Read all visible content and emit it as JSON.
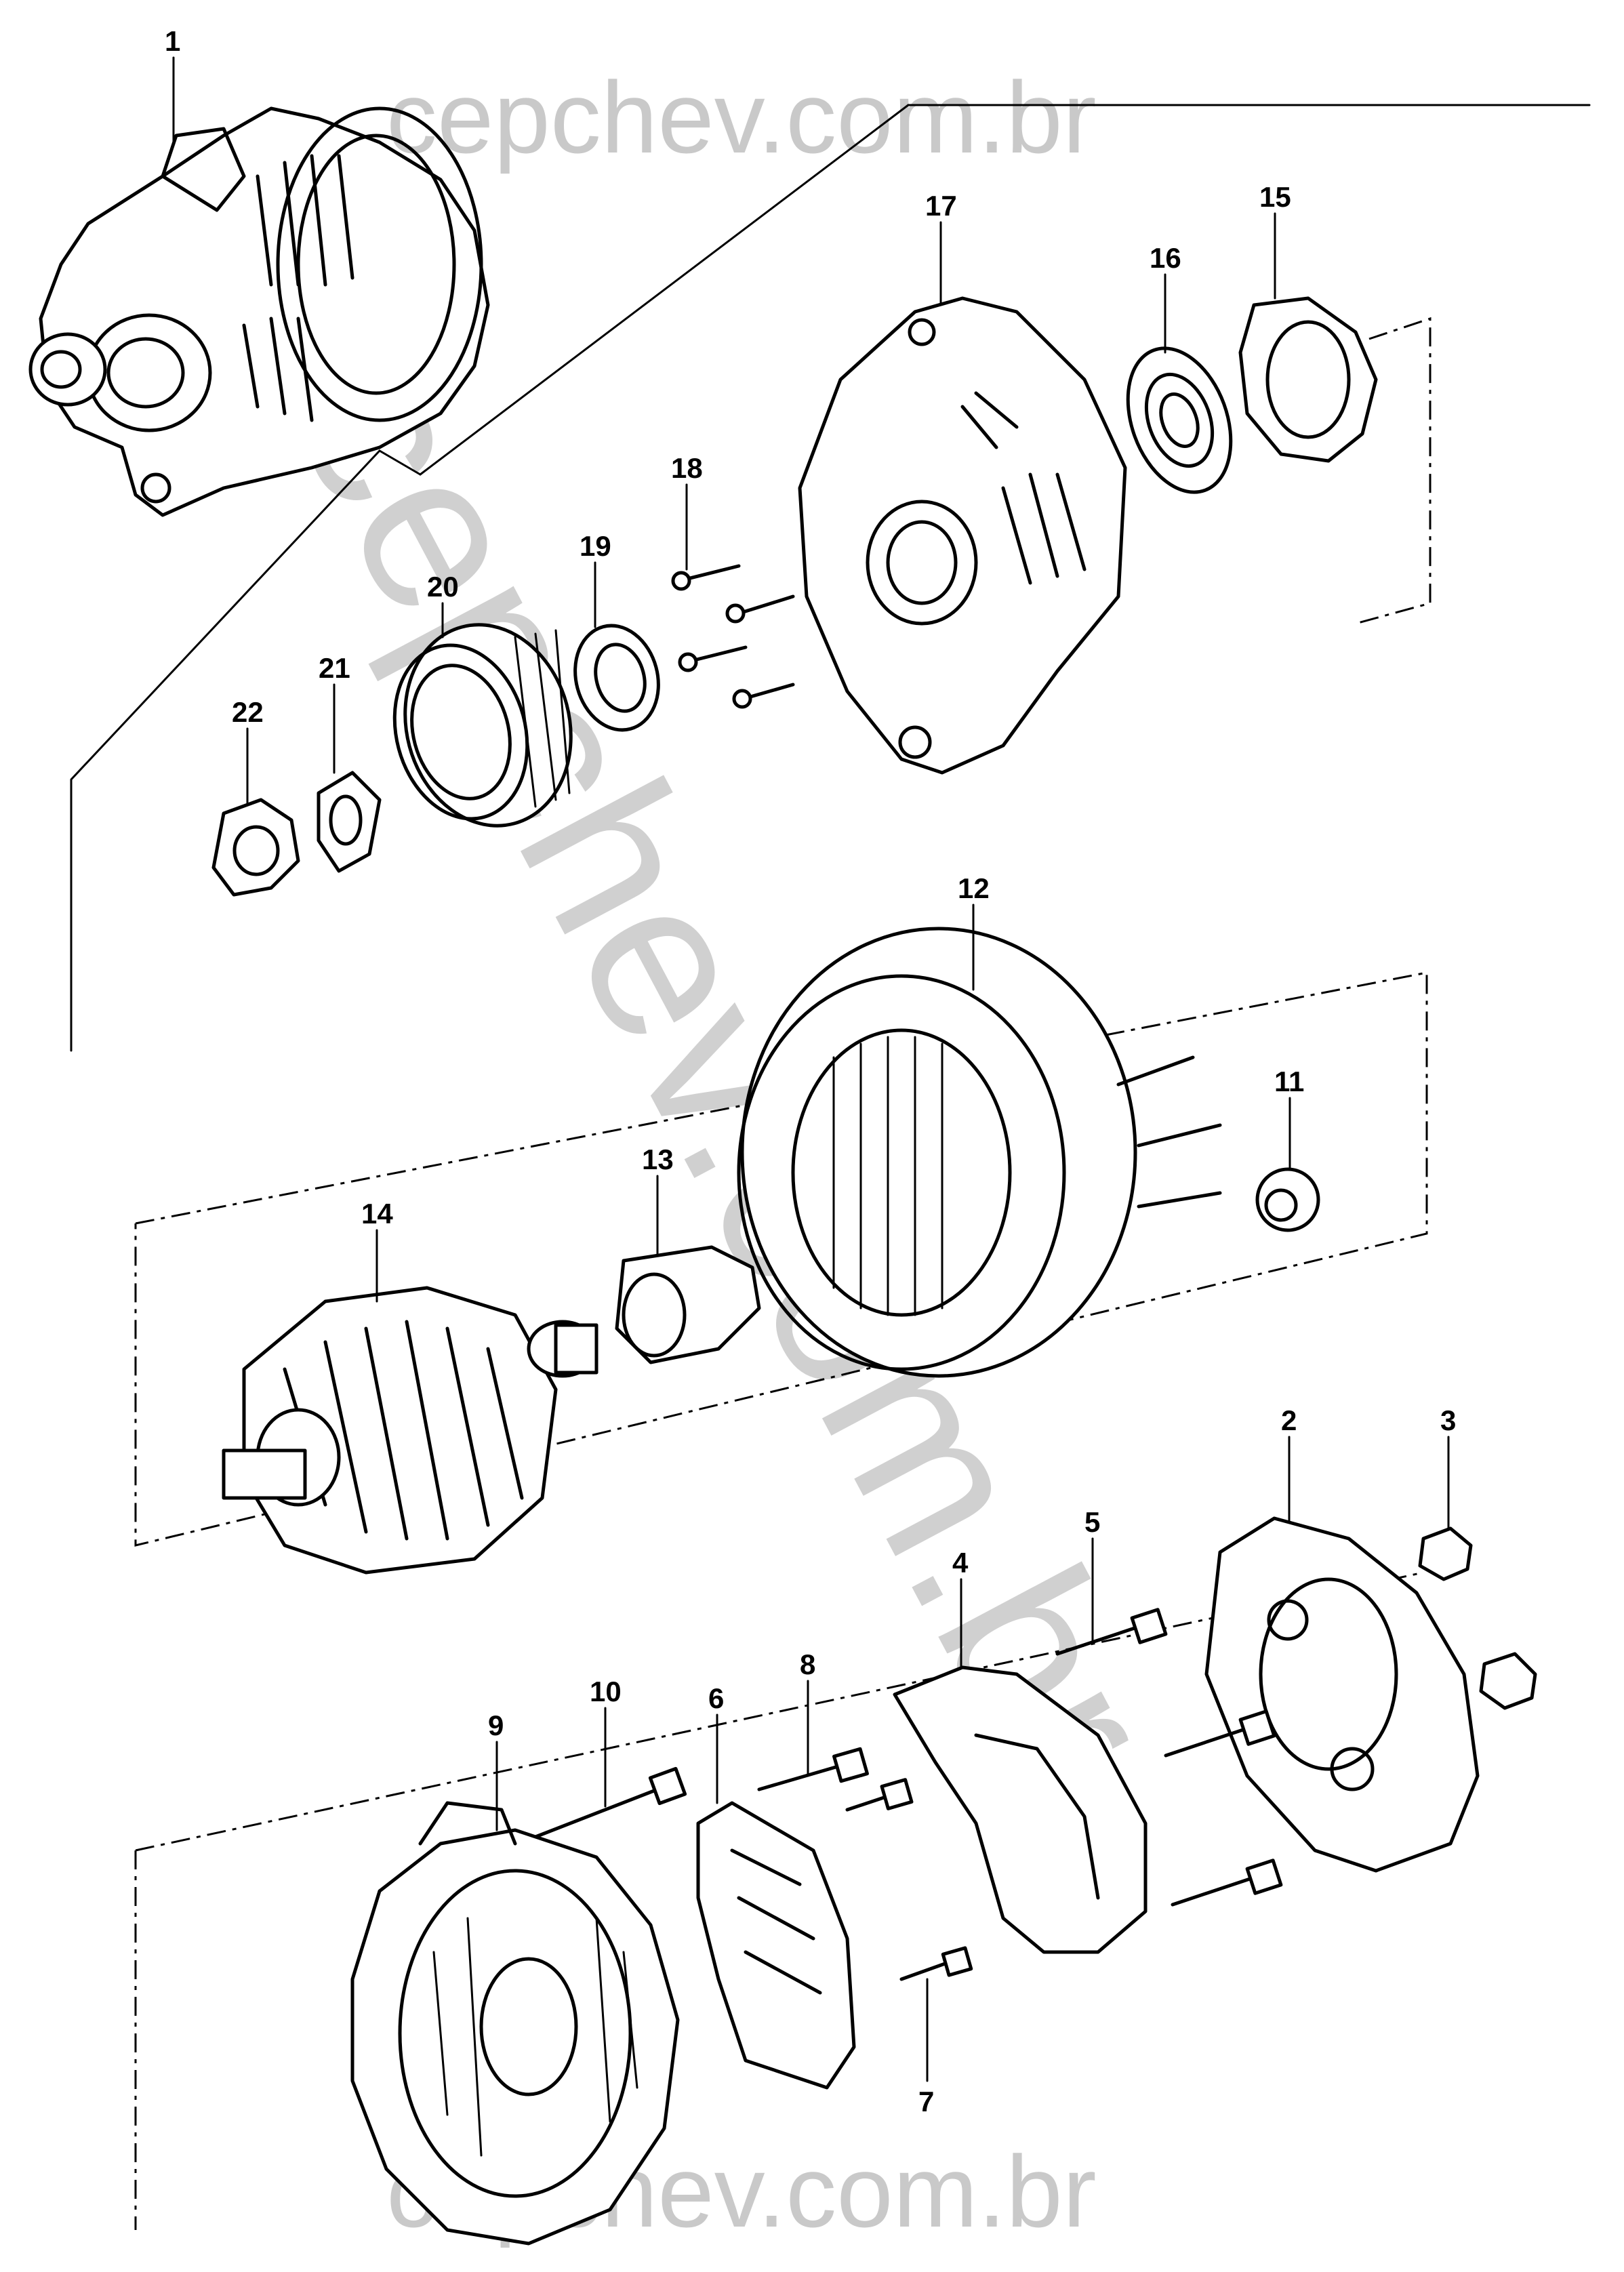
{
  "watermark": {
    "top": "cepchev.com.br",
    "bottom": "cepchev.com.br",
    "diagonal": "cepchev.com.br"
  },
  "callouts": [
    "1",
    "2",
    "3",
    "4",
    "5",
    "6",
    "7",
    "8",
    "9",
    "10",
    "11",
    "12",
    "13",
    "14",
    "15",
    "16",
    "17",
    "18",
    "19",
    "20",
    "21",
    "22"
  ]
}
